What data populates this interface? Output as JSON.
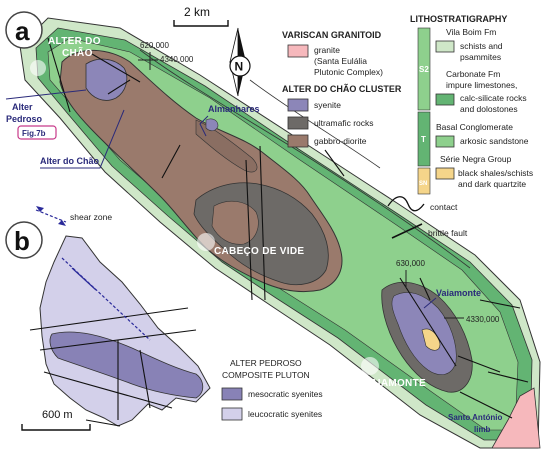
{
  "panels": {
    "a": "a",
    "b": "b"
  },
  "scale_a": "2 km",
  "scale_b": "600 m",
  "north": "N",
  "coords": {
    "c620": "620,000",
    "c4340": "4340,000",
    "c630": "630,000",
    "c4330": "4330,000"
  },
  "places": {
    "alter_do_chao_white": [
      "ALTER DO",
      "CHÃO"
    ],
    "cabeco_de_vide": "CABEÇO DE VIDE",
    "vaiamonte_white": "VAIAMONTE",
    "alter_pedroso": [
      "Alter",
      "Pedroso"
    ],
    "fig_ref": "Fig.7b",
    "alter_do_chao_blue": "Alter do Chão",
    "almanhares": "Almanhares",
    "vaiamonte_blue": "Vaiamonte",
    "santo_antonio": [
      "Santo António",
      "limb"
    ]
  },
  "shear_zone": "shear zone",
  "legend": {
    "variscan": {
      "title": "VARISCAN GRANITOID",
      "granite": [
        "granite",
        "(Santa Eulália",
        "Plutonic Complex)"
      ]
    },
    "cluster": {
      "title": "ALTER DO CHÃO CLUSTER",
      "syenite": "syenite",
      "ultramafic": "ultramafic rocks",
      "gabbro": "gabbro-diorite"
    },
    "litho": {
      "title": "LITHOSTRATIGRAPHY",
      "s2_label": "S2",
      "t_label": "T",
      "sn_label": "SN",
      "vila_boim": [
        "Vila Boim Fm",
        "schists and",
        "psammites"
      ],
      "carbonate": [
        "Carbonate Fm",
        "impure limestones,",
        "calc-silicate rocks",
        "and dolostones"
      ],
      "basal": [
        "Basal Conglomerate",
        "arkosic sandstone"
      ],
      "serie_negra": [
        "Série Negra Group",
        "black shales/schists",
        "and dark quartzite"
      ]
    },
    "contact": "contact",
    "brittle_fault": "brittle fault",
    "pluton": {
      "title": [
        "ALTER PEDROSO",
        "COMPOSITE PLUTON"
      ],
      "meso": "mesocratic syenites",
      "leuco": "leucocratic syenites"
    }
  },
  "colors": {
    "granite": "#f6b8bc",
    "syenite": "#8c86b8",
    "ultramafic": "#6d6a67",
    "gabbro": "#9a7a6c",
    "vila_boim": "#cfe7c8",
    "carbonate": "#63b473",
    "basal": "#8ed08d",
    "serie_negra": "#f5d58a",
    "meso": "#8882b6",
    "leuco": "#d3d0ea",
    "label_blue": "#2a2a7a"
  }
}
